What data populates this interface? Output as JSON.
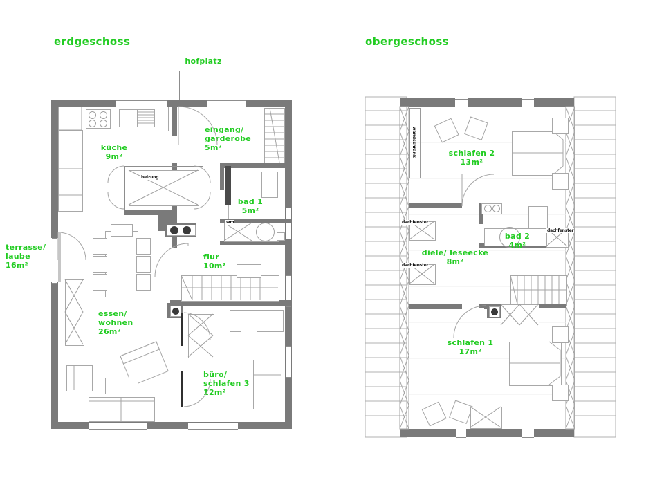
{
  "page": {
    "background": "#ffffff",
    "label_color": "#22cc22",
    "wall_color": "#7a7a7a",
    "wall_dark_color": "#2f2f2f"
  },
  "floors": [
    {
      "id": "erdgeschoss",
      "title": "erdgeschoss",
      "outside_labels": [
        {
          "name": "hofplatz",
          "text": "hofplatz"
        },
        {
          "name": "terrasse",
          "text": "terrasse/\nlaube\n16m²",
          "lines": [
            "terrasse/",
            "laube",
            "16m²"
          ]
        }
      ],
      "rooms": [
        {
          "name": "kueche",
          "lines": [
            "küche",
            "9m²"
          ]
        },
        {
          "name": "eingang-garderobe",
          "lines": [
            "eingang/",
            "garderobe",
            "5m²"
          ]
        },
        {
          "name": "bad-1",
          "lines": [
            "bad 1",
            "5m²"
          ]
        },
        {
          "name": "flur",
          "lines": [
            "flur",
            "10m²"
          ]
        },
        {
          "name": "essen-wohnen",
          "lines": [
            "essen/",
            "wohnen",
            "26m²"
          ]
        },
        {
          "name": "buero-schlafen-3",
          "lines": [
            "büro/",
            "schlafen 3",
            "12m²"
          ]
        }
      ],
      "fixtures": [
        {
          "name": "heizung",
          "text": "heizung"
        },
        {
          "name": "waschmaschine",
          "text": "wm"
        }
      ]
    },
    {
      "id": "obergeschoss",
      "title": "obergeschoss",
      "outside_labels": [],
      "rooms": [
        {
          "name": "schlafen-2",
          "lines": [
            "schlafen 2",
            "13m²"
          ]
        },
        {
          "name": "diele-leseecke",
          "lines": [
            "diele/ leseecke",
            "8m²"
          ]
        },
        {
          "name": "bad-2",
          "lines": [
            "bad 2",
            "4m²"
          ]
        },
        {
          "name": "schlafen-1",
          "lines": [
            "schlafen 1",
            "17m²"
          ]
        }
      ],
      "fixtures": [
        {
          "name": "wandschrank",
          "text": "wandschrank"
        },
        {
          "name": "dachfenster-1",
          "text": "dachfenster"
        },
        {
          "name": "dachfenster-2",
          "text": "dachfenster"
        },
        {
          "name": "dachfenster-3",
          "text": "dachfenster"
        }
      ]
    }
  ],
  "eg": {
    "title": "erdgeschoss",
    "hofplatz": "hofplatz",
    "terrasse": {
      "l1": "terrasse/",
      "l2": "laube",
      "l3": "16m²"
    },
    "kueche": {
      "l1": "küche",
      "l2": "9m²"
    },
    "eingang": {
      "l1": "eingang/",
      "l2": "garderobe",
      "l3": "5m²"
    },
    "bad1": {
      "l1": "bad 1",
      "l2": "5m²"
    },
    "flur": {
      "l1": "flur",
      "l2": "10m²"
    },
    "essen": {
      "l1": "essen/",
      "l2": "wohnen",
      "l3": "26m²"
    },
    "buero": {
      "l1": "büro/",
      "l2": "schlafen 3",
      "l3": "12m²"
    },
    "heizung": "heizung",
    "wm": "wm"
  },
  "og": {
    "title": "obergeschoss",
    "schlafen2": {
      "l1": "schlafen 2",
      "l2": "13m²"
    },
    "diele": {
      "l1": "diele/ leseecke",
      "l2": "8m²"
    },
    "bad2": {
      "l1": "bad 2",
      "l2": "4m²"
    },
    "schlafen1": {
      "l1": "schlafen 1",
      "l2": "17m²"
    },
    "wandschrank": "wandschrank",
    "dachfenster": "dachfenster"
  }
}
